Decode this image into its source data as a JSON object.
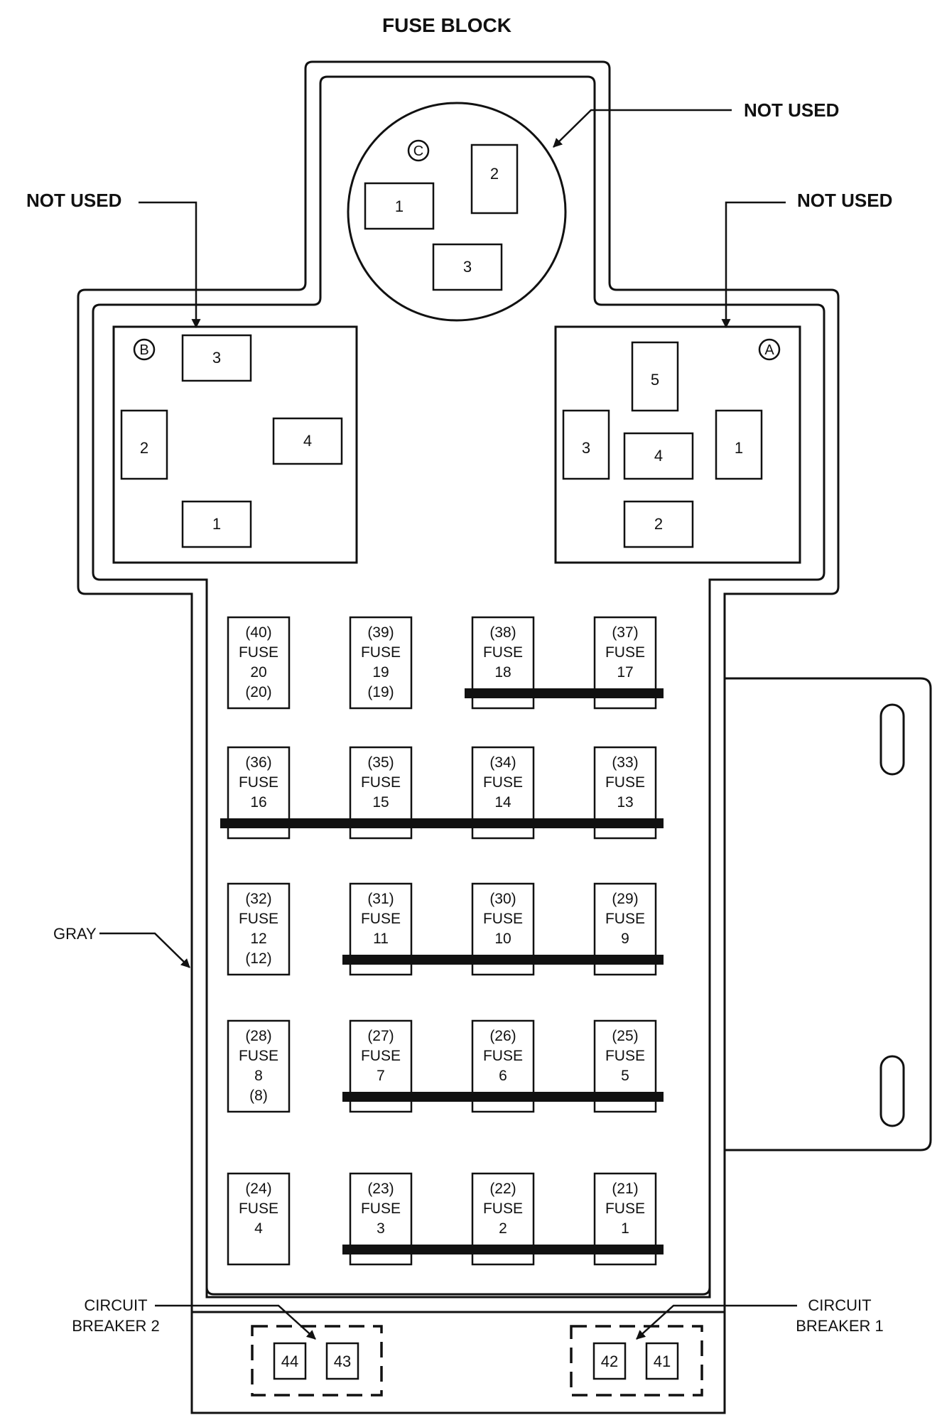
{
  "title": "FUSE BLOCK",
  "callouts": {
    "not_used_top": "NOT USED",
    "not_used_left": "NOT USED",
    "not_used_right": "NOT USED",
    "gray": "GRAY",
    "cb2_line1": "CIRCUIT",
    "cb2_line2": "BREAKER 2",
    "cb1_line1": "CIRCUIT",
    "cb1_line2": "BREAKER 1"
  },
  "connectors": {
    "c": {
      "badge": "C",
      "cells": [
        "1",
        "2",
        "3"
      ]
    },
    "b": {
      "badge": "B",
      "cells": [
        "3",
        "2",
        "4",
        "1"
      ]
    },
    "a": {
      "badge": "A",
      "cells": [
        "5",
        "3",
        "4",
        "1",
        "2"
      ]
    }
  },
  "fuses": [
    {
      "cavity": "(40)",
      "label": "FUSE",
      "number": "20",
      "amp": "(20)"
    },
    {
      "cavity": "(39)",
      "label": "FUSE",
      "number": "19",
      "amp": "(19)"
    },
    {
      "cavity": "(38)",
      "label": "FUSE",
      "number": "18",
      "amp": ""
    },
    {
      "cavity": "(37)",
      "label": "FUSE",
      "number": "17",
      "amp": ""
    },
    {
      "cavity": "(36)",
      "label": "FUSE",
      "number": "16",
      "amp": ""
    },
    {
      "cavity": "(35)",
      "label": "FUSE",
      "number": "15",
      "amp": ""
    },
    {
      "cavity": "(34)",
      "label": "FUSE",
      "number": "14",
      "amp": ""
    },
    {
      "cavity": "(33)",
      "label": "FUSE",
      "number": "13",
      "amp": ""
    },
    {
      "cavity": "(32)",
      "label": "FUSE",
      "number": "12",
      "amp": "(12)"
    },
    {
      "cavity": "(31)",
      "label": "FUSE",
      "number": "11",
      "amp": ""
    },
    {
      "cavity": "(30)",
      "label": "FUSE",
      "number": "10",
      "amp": ""
    },
    {
      "cavity": "(29)",
      "label": "FUSE",
      "number": "9",
      "amp": ""
    },
    {
      "cavity": "(28)",
      "label": "FUSE",
      "number": "8",
      "amp": "(8)"
    },
    {
      "cavity": "(27)",
      "label": "FUSE",
      "number": "7",
      "amp": ""
    },
    {
      "cavity": "(26)",
      "label": "FUSE",
      "number": "6",
      "amp": ""
    },
    {
      "cavity": "(25)",
      "label": "FUSE",
      "number": "5",
      "amp": ""
    },
    {
      "cavity": "(24)",
      "label": "FUSE",
      "number": "4",
      "amp": ""
    },
    {
      "cavity": "(23)",
      "label": "FUSE",
      "number": "3",
      "amp": ""
    },
    {
      "cavity": "(22)",
      "label": "FUSE",
      "number": "2",
      "amp": ""
    },
    {
      "cavity": "(21)",
      "label": "FUSE",
      "number": "1",
      "amp": ""
    }
  ],
  "breakers": {
    "cb2": [
      "44",
      "43"
    ],
    "cb1": [
      "42",
      "41"
    ]
  }
}
